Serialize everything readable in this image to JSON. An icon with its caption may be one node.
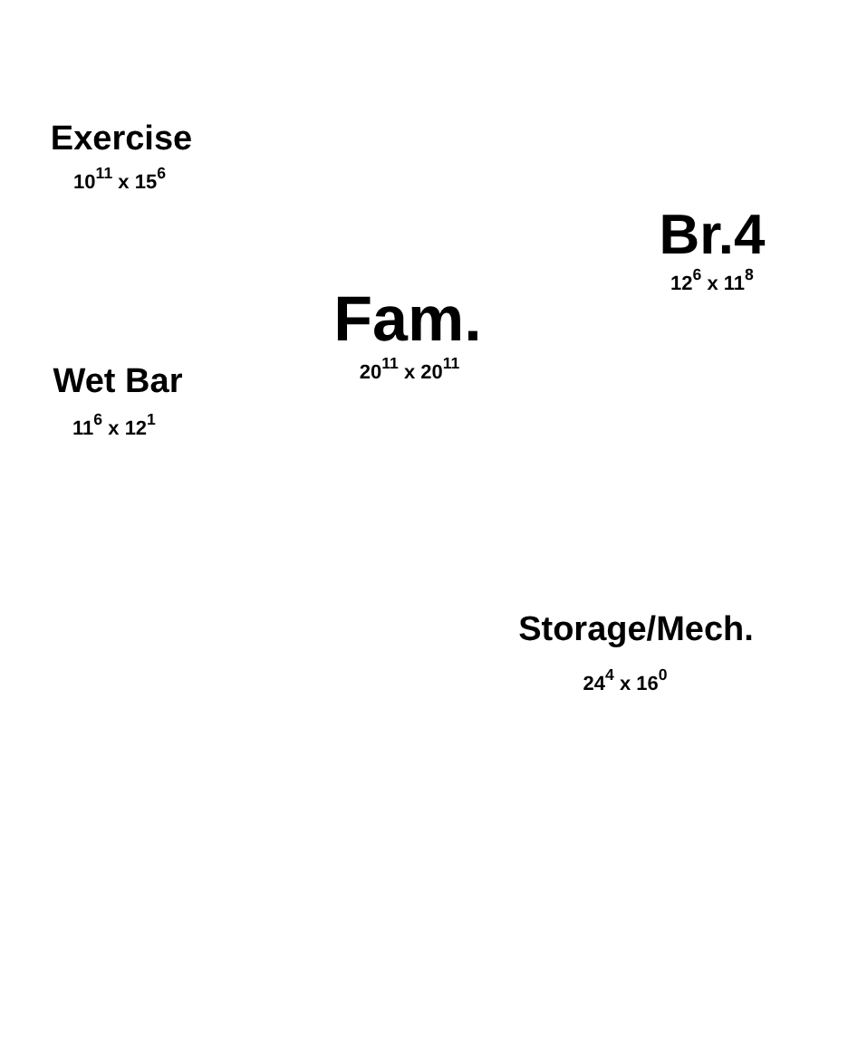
{
  "diagram": {
    "labels": [
      "Exercise",
      "10$^{11}$ x 15$^{6}$",
      "Br.4",
      "12$^{6}$ x 11$^{8}$",
      "Fam.",
      "20$^{11}$ x 20$^{11}$",
      "Wet Bar",
      "11$^{6}$ x 12$^{1}$",
      "Storage/Mech.",
      "24$^{4}$ x 16$^{0}$"
    ]
  }
}
